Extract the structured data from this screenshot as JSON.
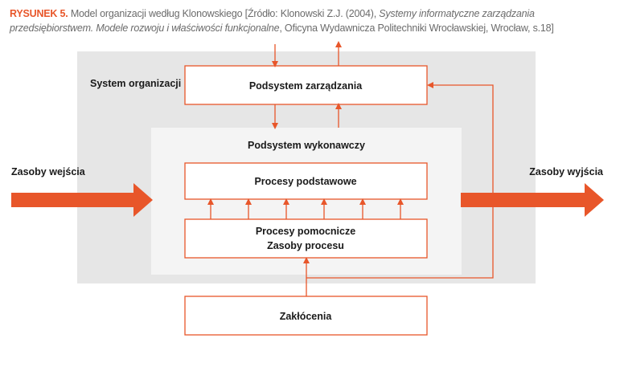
{
  "caption": {
    "figure_label": "RYSUNEK 5.",
    "text_1": " Model organizacji według Klonowskiego [Źródło: Klonowski Z.J. (2004), ",
    "italic_1": "Systemy informatyczne zarządzania przedsiębiorstwem. Modele rozwoju i właściwości funkcjonalne",
    "text_2": ", Oficyna Wydawnicza Politechniki Wrocławskiej, Wrocław, s.18]"
  },
  "diagram": {
    "system_label": "System organizacji",
    "management": "Podsystem zarządzania",
    "executive_label": "Podsystem wykonawczy",
    "basic_processes": "Procesy podstawowe",
    "aux_line1": "Procesy pomocnicze",
    "aux_line2": "Zasoby procesu",
    "disturbances": "Zakłócenia",
    "inputs": "Zasoby wejścia",
    "outputs": "Zasoby wyjścia"
  },
  "colors": {
    "accent": "#e8562a",
    "outer_bg": "#e6e6e6",
    "inner_bg": "#f4f4f4",
    "text": "#1a1a1a",
    "caption_gray": "#6b6b6b"
  }
}
